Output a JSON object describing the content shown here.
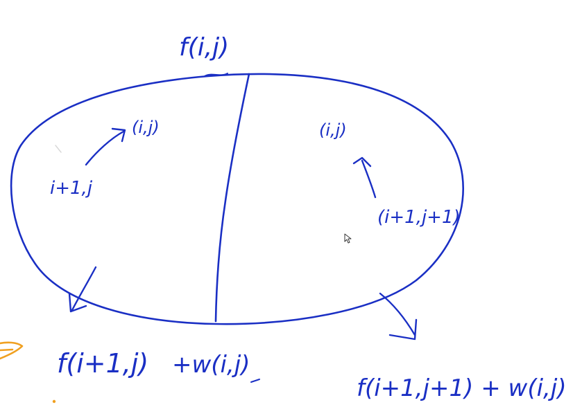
{
  "colors": {
    "ink": "#1a2fc4",
    "highlight": "#f0a020",
    "background": "#ffffff"
  },
  "labels": {
    "top": "f(i,j)",
    "left_state": "(i,j)",
    "left_prev": "i+1,j",
    "right_state": "(i,j)",
    "right_prev": "(i+1,j+1)",
    "bottom_left_term": "f(i+1,j)",
    "bottom_left_weight": "+w(i,j)",
    "bottom_right_formula": "f(i+1,j+1) + w(i,j)"
  },
  "icons": {
    "cursor": "mouse-pointer-icon",
    "implies": "implies-arrow-icon"
  }
}
